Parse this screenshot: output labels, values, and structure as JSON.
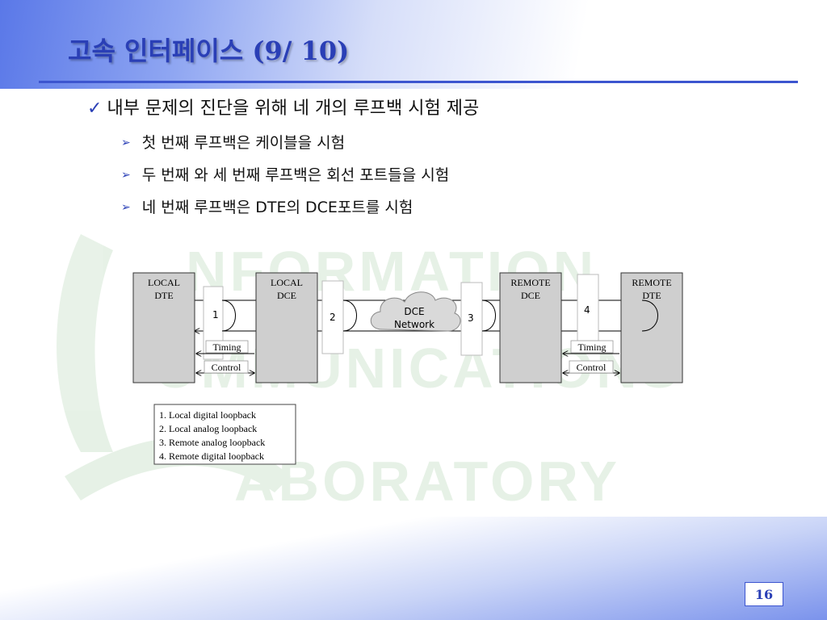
{
  "title": "고속 인터페이스 (9/ 10)",
  "bullets": {
    "main": "내부 문제의 진단을 위해 네 개의 루프백 시험 제공",
    "sub": [
      "첫 번째 루프백은 케이블을 시험",
      "두 번째 와 세 번째 루프백은 회선 포트들을 시험",
      "네 번째 루프백은 DTE의 DCE포트를 시험"
    ]
  },
  "diagram": {
    "boxes": {
      "local_dte": [
        "LOCAL",
        "DTE"
      ],
      "local_dce": [
        "LOCAL",
        "DCE"
      ],
      "remote_dce": [
        "REMOTE",
        "DCE"
      ],
      "remote_dte": [
        "REMOTE",
        "DTE"
      ]
    },
    "network": [
      "DCE",
      "Network"
    ],
    "loop_numbers": [
      "1",
      "2",
      "3",
      "4"
    ],
    "signals": [
      "Timing",
      "Control"
    ],
    "legend": [
      "1. Local digital loopback",
      "2. Local analog loopback",
      "3. Remote analog loopback",
      "4. Remote digital loopback"
    ]
  },
  "watermark": {
    "words": [
      "NFORMATION",
      "OMMUNICATIONS",
      "ABORATORY"
    ]
  },
  "page_number": "16"
}
